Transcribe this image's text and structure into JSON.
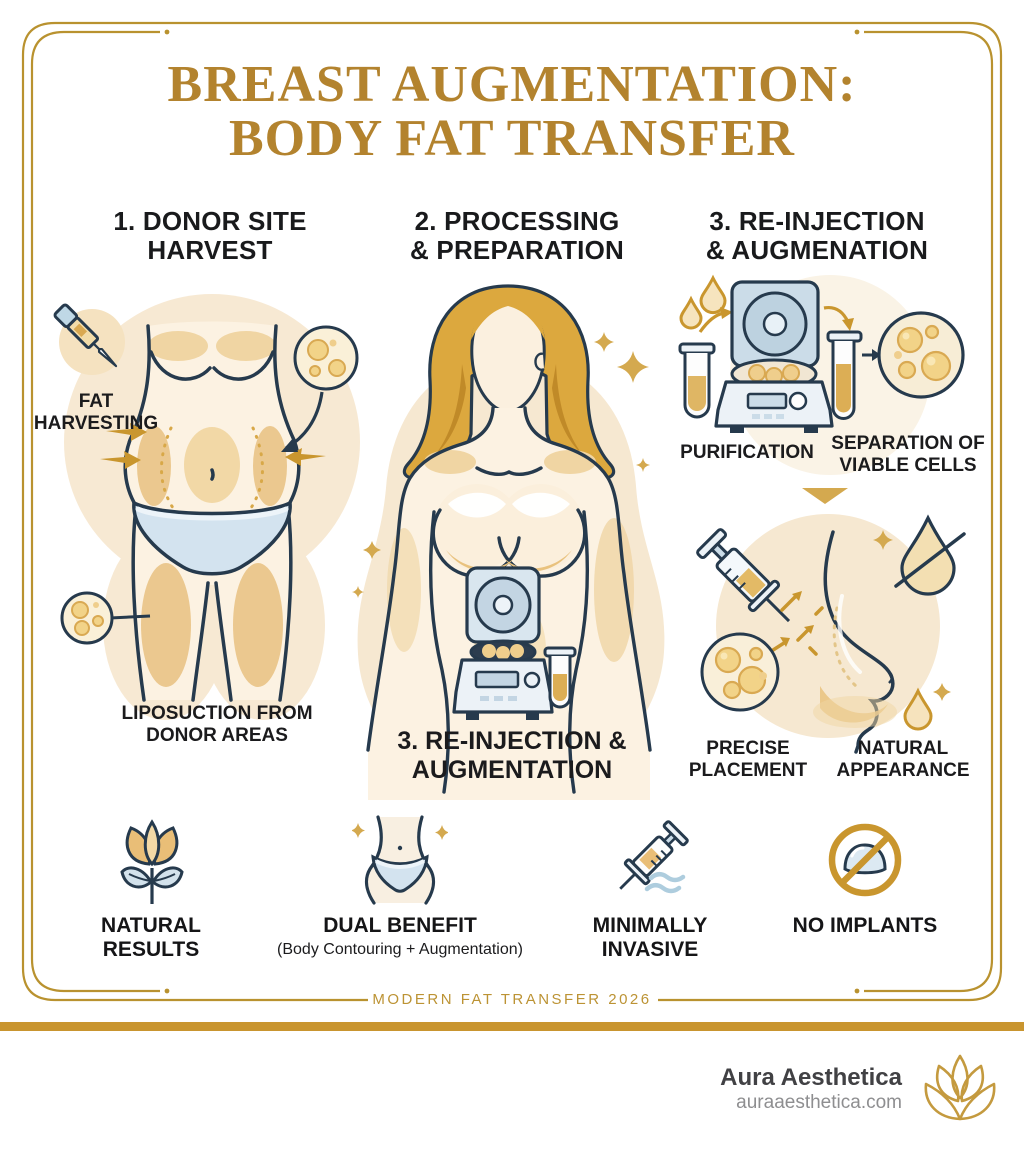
{
  "title": {
    "line1": "BREAST AUGMENTATION:",
    "line2": "BODY FAT TRANSFER"
  },
  "steps": {
    "step1": {
      "heading_line1": "1. DONOR SITE",
      "heading_line2": "HARVEST",
      "harvest_label": "FAT HARVESTING",
      "caption": "LIPOSUCTION FROM DONOR AREAS"
    },
    "step2": {
      "heading_line1": "2. PROCESSING",
      "heading_line2": "& PREPARATION",
      "caption_line1": "3. RE-INJECTION &",
      "caption_line2": "AUGMENTATION"
    },
    "step3": {
      "heading_line1": "3. RE-INJECTION",
      "heading_line2": "& AUGMENATION",
      "purification_label": "PURIFICATION",
      "separation_label": "SEPARATION OF VIABLE CELLS",
      "placement_label": "PRECISE PLACEMENT",
      "appearance_label": "NATURAL APPEARANCE"
    }
  },
  "benefits": {
    "items": [
      {
        "icon": "flower-icon",
        "label": "NATURAL RESULTS"
      },
      {
        "icon": "waist-icon",
        "label": "DUAL BENEFIT",
        "sublabel": "(Body Contouring + Augmentation)"
      },
      {
        "icon": "syringe-icon",
        "label": "MINIMALLY INVASIVE"
      },
      {
        "icon": "no-implants-icon",
        "label": "NO IMPLANTS"
      }
    ]
  },
  "footer": {
    "banner": "MODERN FAT TRANSFER 2026"
  },
  "brand": {
    "name": "Aura Aesthetica",
    "website": "auraaesthetica.com",
    "logo_icon": "lotus-icon"
  },
  "colors": {
    "title_gold": "#B3832E",
    "accent_gold": "#C9962E",
    "outline_navy": "#263A4D",
    "beige": "#F6E8D1",
    "skin": "#FCF2E2",
    "shade_gold": "#EBC88F",
    "soft_blue": "#D3E3EF",
    "text_dark": "#1B1B1D",
    "bar_gold": "#C9952F"
  }
}
